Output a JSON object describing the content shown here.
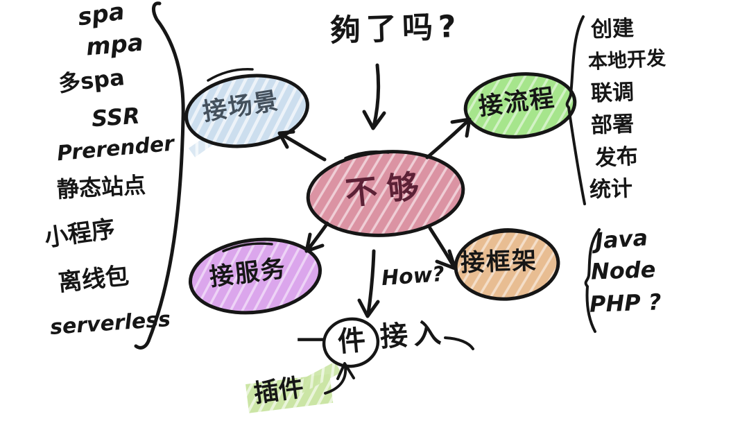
{
  "question": {
    "text": "夠了吗?"
  },
  "center": {
    "label": "不够"
  },
  "nodes": {
    "scene": {
      "label": "接场景"
    },
    "process": {
      "label": "接流程"
    },
    "service": {
      "label": "接服务"
    },
    "framework": {
      "label": "接框架"
    }
  },
  "left_list": {
    "items": [
      "spa",
      "mpa",
      "多spa",
      "SSR",
      "Prerender",
      "静态站点",
      "小程序",
      "离线包",
      "serverless"
    ]
  },
  "process_list": {
    "items": [
      "创建",
      "本地开发",
      "联调",
      "部署",
      "发布",
      "统计"
    ]
  },
  "framework_list": {
    "items": [
      "Java",
      "Node",
      "PHP ?"
    ]
  },
  "bottom": {
    "how": "How?",
    "solution": "一件接入",
    "solution_parts": [
      "一",
      "件",
      "接入"
    ],
    "plugin": "插件"
  },
  "colors": {
    "ink": "#161616",
    "scene_fill": "#ccdeee",
    "scene_text": "#44505c",
    "process_fill": "#a6e58c",
    "center_fill": "#db93a3",
    "center_text": "#5c2136",
    "service_fill": "#dba6ec",
    "framework_fill": "#e8bd92",
    "plugin_highlight": "#cbe5a5",
    "background": "#ffffff"
  }
}
